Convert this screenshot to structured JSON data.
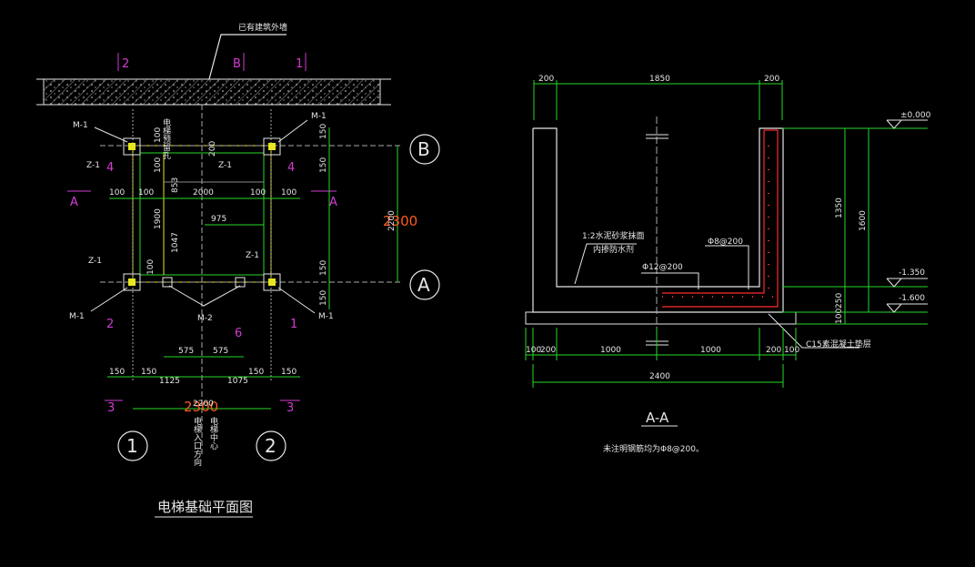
{
  "drawing": {
    "wall_label": "已有建筑外墙",
    "section_marks": {
      "left_pink": "2",
      "center_pink": "B",
      "right_pink": "1"
    },
    "axes": {
      "top_right": "B",
      "bottom_right": "A",
      "bottom_left": "1",
      "bottom_right_circle": "2"
    },
    "member_labels": {
      "m1_tl": "M-1",
      "m1_tr": "M-1",
      "m1_bl": "M-1",
      "m1_br": "M-1",
      "z1_tl": "Z-1",
      "z1_tr": "Z-1",
      "z1_bl": "Z-1",
      "z1_br": "Z-1",
      "m2": "M-2"
    },
    "cut_labels": {
      "a_left": "A",
      "a_right": "A",
      "four_left": "4",
      "four_right": "4",
      "two_bl": "2",
      "one_br": "1",
      "six_b": "6",
      "three_l": "3",
      "three_r": "3"
    },
    "plan_dims": {
      "top_vert_100": "100",
      "top_vert_100b": "100",
      "top_200": "200",
      "top_853": "853",
      "left_100": "100",
      "left_100b": "100",
      "width_2000": "2000",
      "right_100": "100",
      "right_100b": "100",
      "left_1900": "1900",
      "mid_975": "975",
      "mid_1047": "1047",
      "r150a": "150",
      "r150b": "150",
      "r150c": "150",
      "r150d": "150",
      "bot_100": "100",
      "bot_575a": "575",
      "bot_575b": "575",
      "bot_150a": "150",
      "bot_150b": "150",
      "bot_1125": "1125",
      "bot_1075": "1075",
      "bot_150c": "150",
      "bot_150d": "150",
      "total_2200_h": "2200",
      "total_2300_h": "2300",
      "red_2300_v": "2300",
      "red_2200_v": "2200"
    },
    "vertical_text_center": "电梯中心",
    "vertical_text_entry": "电梯入口方向",
    "vertical_text_top": "电梯预留孔",
    "plan_title": "电梯基础平面图",
    "section": {
      "top_200l": "200",
      "top_1850": "1850",
      "top_200r": "200",
      "elev_000": "±0.000",
      "elev_1350": "-1.350",
      "elev_1600": "-1.600",
      "v1350": "1350",
      "v1600": "1600",
      "v250": "250",
      "v100": "100",
      "note_mortar_1": "1:2水泥砂浆抹面",
      "note_mortar_2": "内掺防水剂",
      "rebar_12": "Φ12@200",
      "rebar_8": "Φ8@200",
      "c15": "C15素混凝土垫层",
      "b100a": "100",
      "b200a": "200",
      "b1000a": "1000",
      "b1000b": "1000",
      "b200b": "200",
      "b100b": "100",
      "b2400": "2400",
      "title": "A-A",
      "note": "未注明钢筋均为Φ8@200。"
    }
  }
}
